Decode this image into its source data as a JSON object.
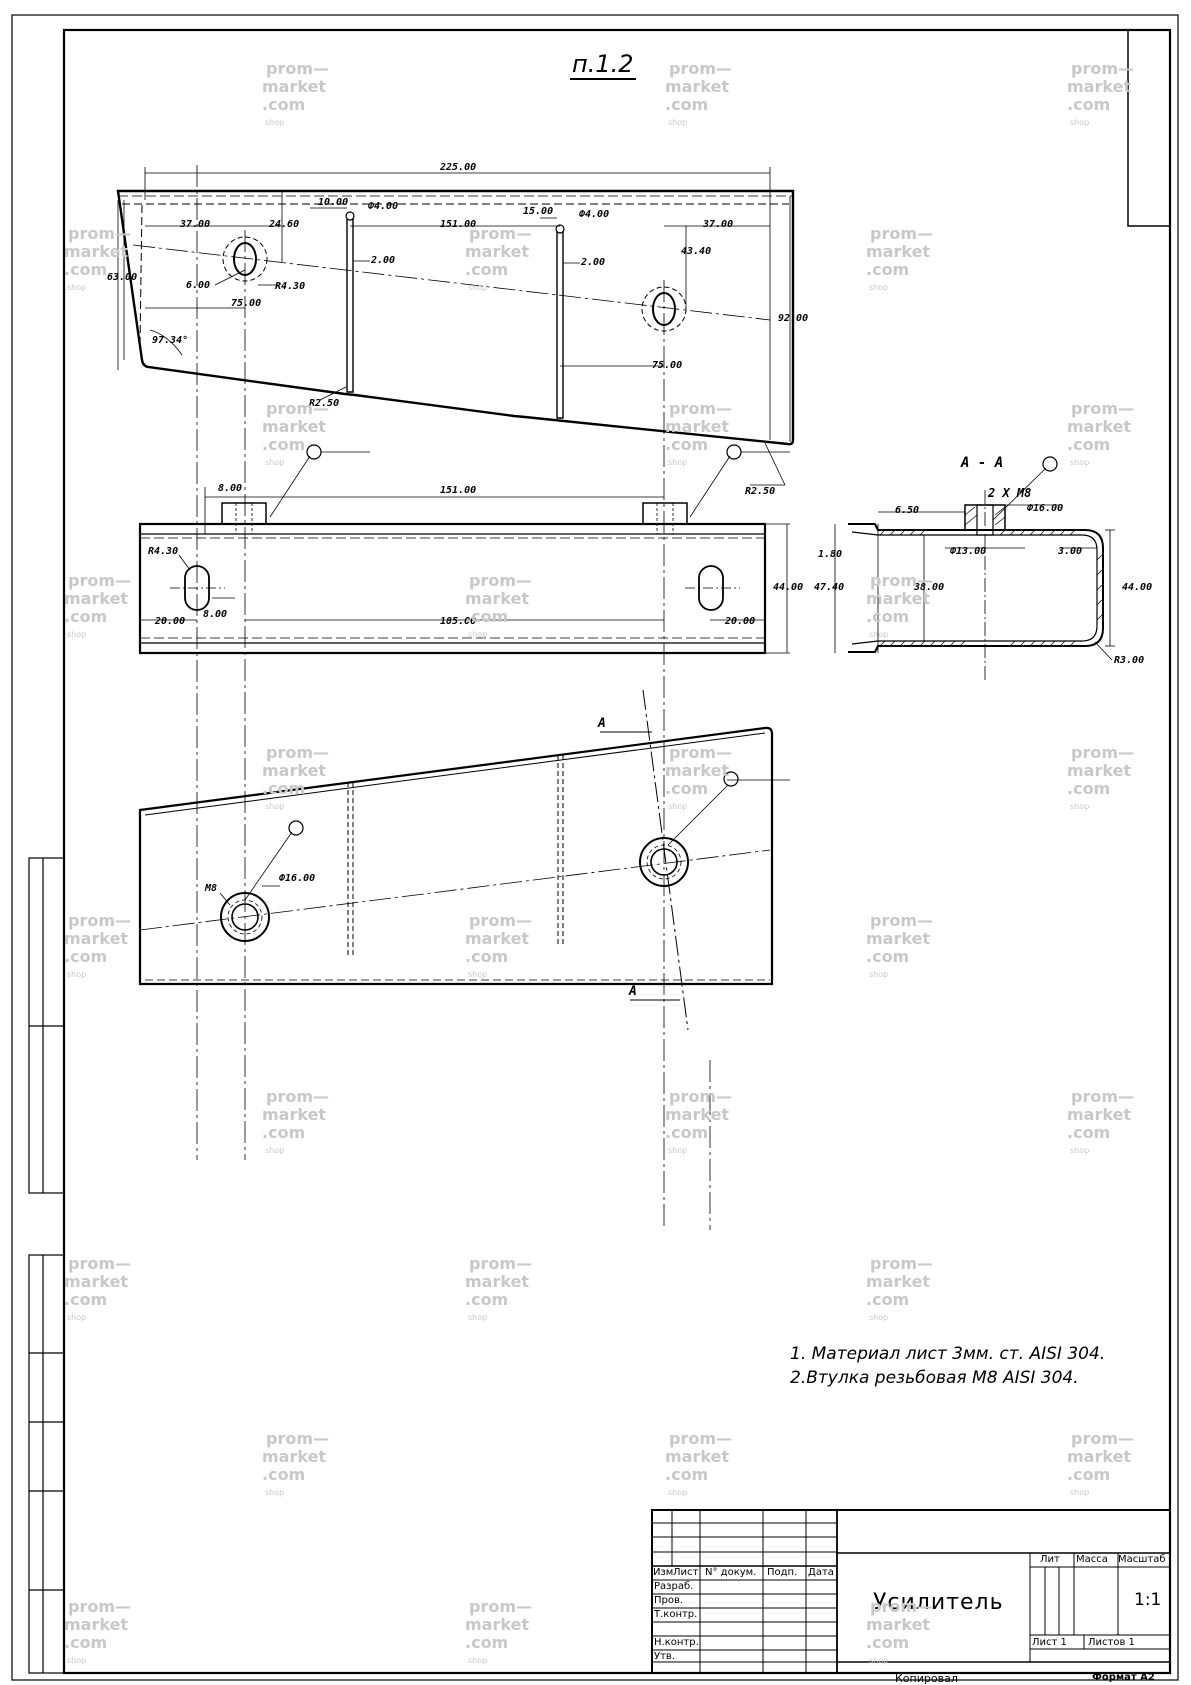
{
  "sheet": {
    "title": "п.1.2",
    "notes": [
      "1. Материал лист 3мм. ст. AISI 304.",
      "2.Втулка резьбовая М8 AISI 304."
    ]
  },
  "watermark": {
    "line1": "prom—",
    "line2": "market",
    "line3": ".com",
    "suffix": "shop"
  },
  "dimensions": {
    "d225": "225.00",
    "d10": "10.00",
    "phi4a": "Ф4.00",
    "d15": "15.00",
    "phi4b": "Ф4.00",
    "d37a": "37.00",
    "d24": "24.60",
    "d151a": "151.00",
    "d37b": "37.00",
    "d2a": "2.00",
    "d2b": "2.00",
    "d43": "43.40",
    "d63": "63.00",
    "d6": "6.00",
    "r43a": "R4.30",
    "d75a": "75.00",
    "d92": "92.00",
    "ang": "97.34°",
    "d75b": "75.00",
    "r25a": "R2.50",
    "r25b": "R2.50",
    "d8a": "8.00",
    "d151b": "151.00",
    "r43b": "R4.30",
    "d44a": "44.00",
    "d20a": "20.00",
    "d8b": "8.00",
    "d185": "185.00",
    "d20b": "20.00",
    "sec": "А - А",
    "m8x2": "2 Х М8",
    "d65": "6.50",
    "phi16a": "Ф16.00",
    "d18": "1.80",
    "phi13": "Ф13.00",
    "d3": "3.00",
    "d474": "47.40",
    "d38": "38.00",
    "d44b": "44.00",
    "r3": "R3.00",
    "secA1": "А",
    "secA2": "А",
    "m8": "М8",
    "phi16b": "Ф16.00"
  },
  "titleblock": {
    "headers": [
      "Изм",
      "Лист",
      "N° докум.",
      "Подп.",
      "Дата"
    ],
    "roles": [
      "Разраб.",
      "Пров.",
      "Т.контр.",
      "Н.контр.",
      "Утв."
    ],
    "item_name": "Усилитель",
    "lit_label": "Лит",
    "mass_label": "Масса",
    "scale_label": "Масштаб",
    "scale": "1:1",
    "sheet_label": "Лист 1",
    "sheets_label": "Листов 1",
    "copied": "Копировал",
    "format": "Формат А2"
  }
}
